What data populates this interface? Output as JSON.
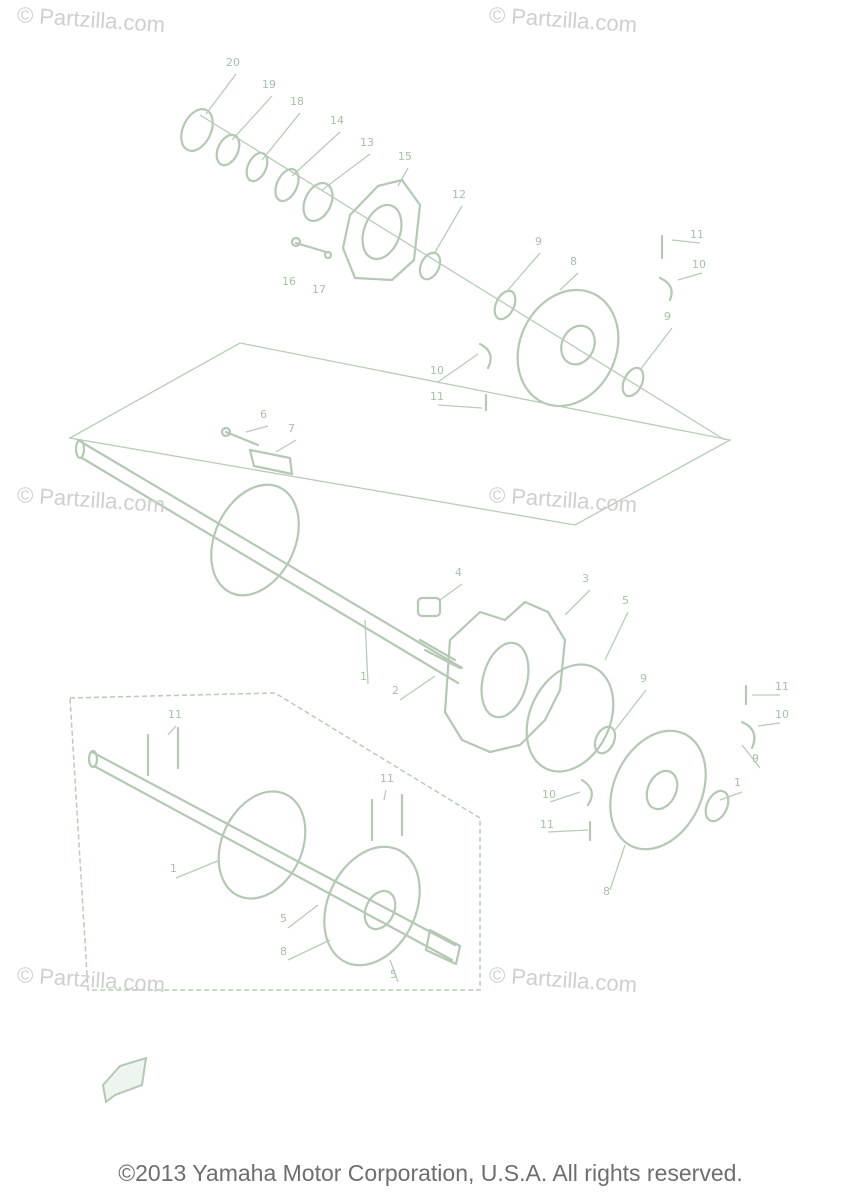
{
  "watermarks": [
    "© Partzilla.com",
    "© Partzilla.com",
    "© Partzilla.com",
    "© Partzilla.com",
    "© Partzilla.com",
    "© Partzilla.com"
  ],
  "copyright": "©2013 Yamaha Motor Corporation, U.S.A. All rights reserved.",
  "part_labels": [
    "20",
    "19",
    "18",
    "14",
    "13",
    "15",
    "12",
    "16",
    "17",
    "9",
    "8",
    "11",
    "10",
    "9",
    "10",
    "11",
    "6",
    "7",
    "4",
    "3",
    "5",
    "2",
    "1",
    "9",
    "11",
    "10",
    "9",
    "1",
    "10",
    "11",
    "8",
    "11",
    "11",
    "1",
    "5",
    "8",
    "5"
  ],
  "icons": {
    "front_arrow": "front-arrow-icon"
  },
  "colors": {
    "line": "#b4c8b4",
    "label": "#a8c0a8",
    "watermark": "#cfcfcf",
    "copyright": "#6e6e6e"
  }
}
